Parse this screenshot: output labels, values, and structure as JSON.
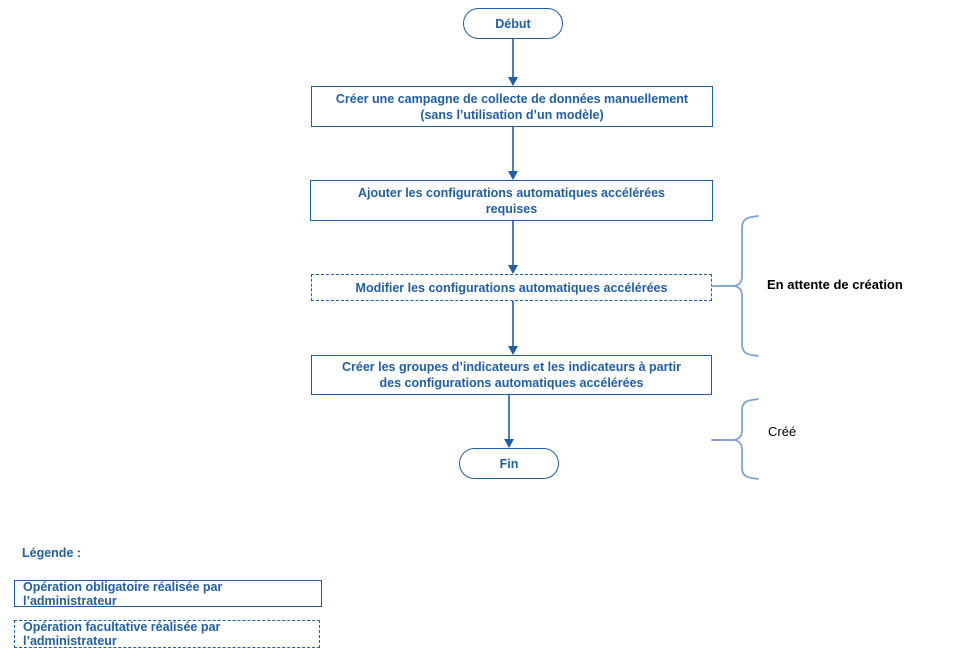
{
  "diagram": {
    "title_color": "#1F5FA8",
    "brace_color": "#7FA5D4",
    "label_color": "#000000",
    "nodes": {
      "start": {
        "label": "Début",
        "shape": "terminator"
      },
      "step1": {
        "label": "Créer une campagne de collecte de données manuellement\n(sans l’utilisation d’un modèle)",
        "line1": "Créer une campagne de collecte de données manuellement",
        "line2": "(sans l’utilisation d’un modèle)",
        "shape": "process"
      },
      "step2": {
        "line1": "Ajouter les configurations automatiques accélérées",
        "line2": "requises",
        "shape": "process"
      },
      "step3": {
        "line1": "Modifier les configurations automatiques accélérées",
        "shape": "optional"
      },
      "step4": {
        "line1": "Créer les groupes d’indicateurs et les indicateurs à partir",
        "line2": "des configurations automatiques accélérées",
        "shape": "process"
      },
      "end": {
        "label": "Fin",
        "shape": "terminator"
      }
    },
    "annotations": [
      {
        "id": "pending",
        "label": "En attente de création",
        "weight": "bold"
      },
      {
        "id": "created",
        "label": "Créé",
        "weight": "normal"
      }
    ],
    "legend": {
      "title": "Légende :",
      "items": [
        {
          "label": "Opération obligatoire réalisée par l’administrateur",
          "style": "solid"
        },
        {
          "label": "Opération facultative réalisée par l’administrateur",
          "style": "dashed"
        }
      ]
    }
  }
}
